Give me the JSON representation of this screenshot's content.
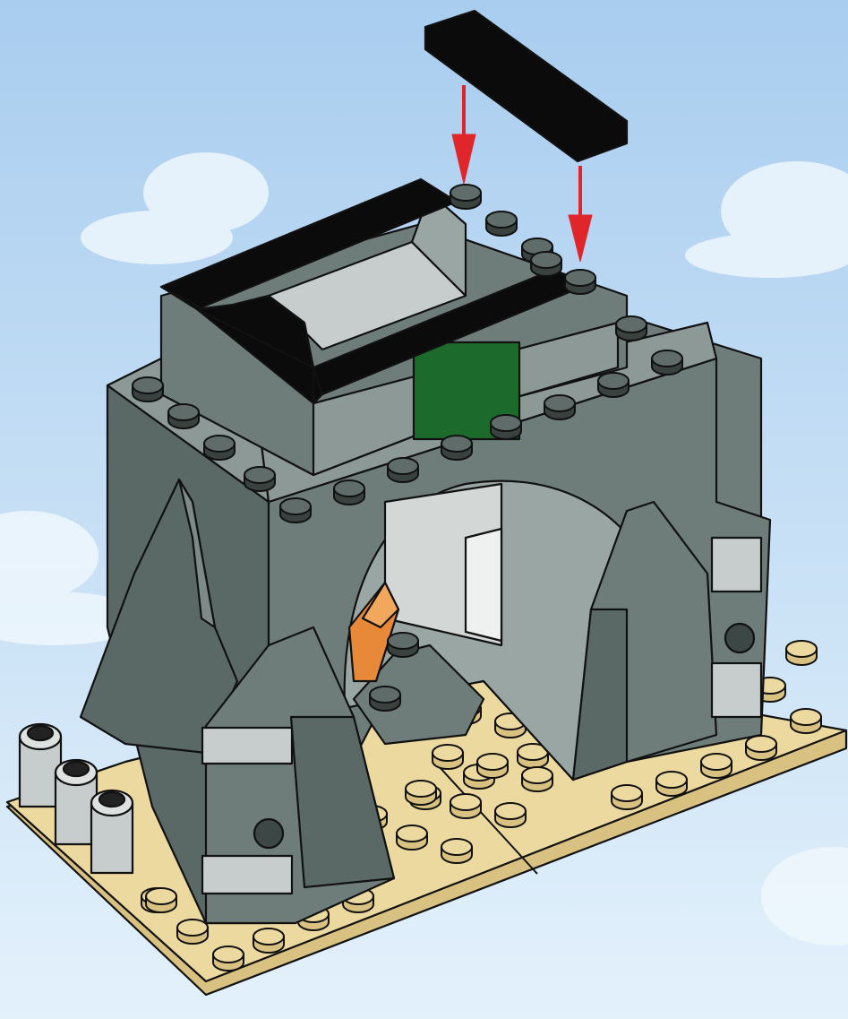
{
  "scene": {
    "kind": "building-instruction-step",
    "background": {
      "sky_top": "#a9cdef",
      "sky_bottom": "#e3f1fb",
      "cloud": "#eef7fd"
    },
    "colors": {
      "stone_dark": "#5b6966",
      "stone_mid": "#6f7d7a",
      "stone_light": "#8c9996",
      "stone_pale": "#c7cdcc",
      "baseplate": "#ecd9a0",
      "baseplate_side": "#d9c281",
      "tile_black": "#0b0b0b",
      "accent_green": "#1d6b2c",
      "crystal_orange": "#e8893a",
      "arrow_red": "#e0262b"
    },
    "step_parts": [
      {
        "name": "black-tile-1x6",
        "action": "place-on-top",
        "arrows": 2
      }
    ],
    "model_parts": [
      "baseplate-tan",
      "rock-wall-dark-grey",
      "archway",
      "black-tile-frame",
      "green-brick",
      "orange-crystal",
      "light-grey-round-bricks"
    ]
  }
}
